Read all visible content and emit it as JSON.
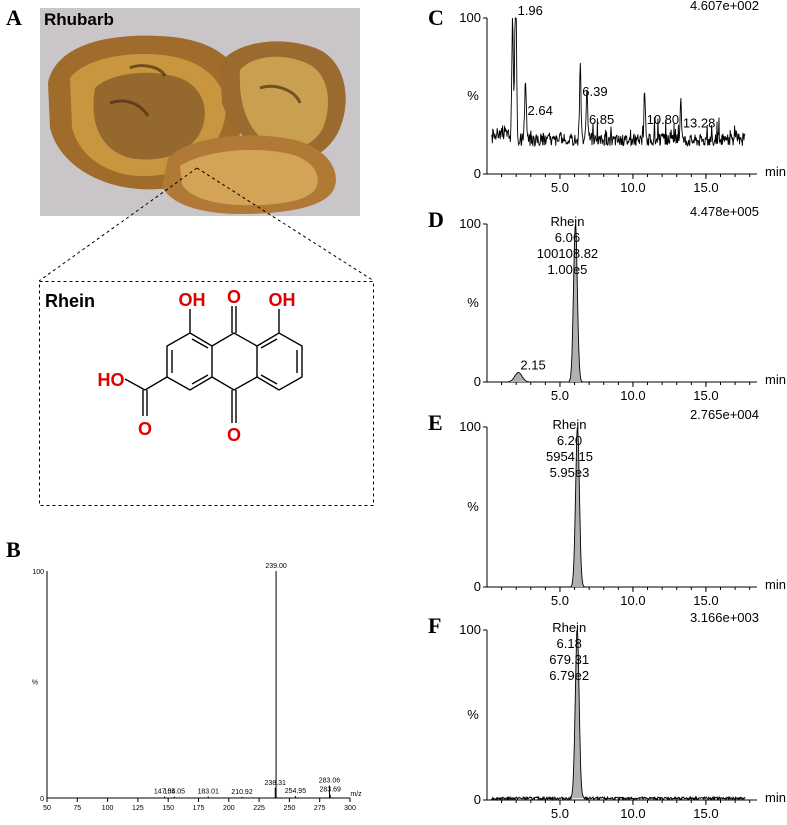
{
  "panels": {
    "A": "A",
    "B": "B",
    "C": "C",
    "D": "D",
    "E": "E",
    "F": "F"
  },
  "photo": {
    "label": "Rhubarb",
    "colors": {
      "background": "#c9c5c8",
      "root_light": "#c99a4a",
      "root_dark": "#5e3c1c",
      "root_mid": "#9a6a2e"
    }
  },
  "structure": {
    "name": "Rhein",
    "atoms": {
      "oh1": "OH",
      "o_top": "O",
      "oh2": "OH",
      "ho": "HO",
      "o_acid": "O",
      "o_bottom": "O"
    },
    "heteroatom_color": "#e00000"
  },
  "chart_data": [
    {
      "panel": "B",
      "type": "bar",
      "title": "",
      "xlabel": "m/z",
      "ylabel": "%",
      "xlim": [
        50,
        300
      ],
      "ylim": [
        0,
        100
      ],
      "x_ticks": [
        50,
        75,
        100,
        125,
        150,
        175,
        200,
        225,
        250,
        275,
        300
      ],
      "y_ticks": [
        0,
        100
      ],
      "peaks": [
        {
          "x": 147.04,
          "y": 0.6,
          "label": "147.04"
        },
        {
          "x": 155.05,
          "y": 0.6,
          "label": "155.05"
        },
        {
          "x": 183.01,
          "y": 0.7,
          "label": "183.01"
        },
        {
          "x": 210.92,
          "y": 0.5,
          "label": "210.92"
        },
        {
          "x": 238.31,
          "y": 4.5,
          "label": "238.31"
        },
        {
          "x": 239.0,
          "y": 100,
          "label": "239.00"
        },
        {
          "x": 254.95,
          "y": 0.9,
          "label": "254.95"
        },
        {
          "x": 283.06,
          "y": 5.5,
          "label": "283.06"
        },
        {
          "x": 283.69,
          "y": 1.5,
          "label": "283.69"
        }
      ]
    },
    {
      "panel": "C",
      "type": "line",
      "xlabel": "min",
      "ylabel": "%",
      "scale_label": "4.607e+002",
      "xlim": [
        0,
        18.5
      ],
      "ylim": [
        0,
        100
      ],
      "x_ticks": [
        5.0,
        10.0,
        15.0
      ],
      "x_tick_labels": [
        "5.0",
        "10.0",
        "15.0"
      ],
      "y_ticks": [
        0,
        100
      ],
      "baseline": 22,
      "peaks": [
        {
          "x": 1.75,
          "y": 80,
          "w": 0.05
        },
        {
          "x": 1.96,
          "y": 100,
          "w": 0.06
        },
        {
          "x": 2.64,
          "y": 36,
          "w": 0.06
        },
        {
          "x": 6.39,
          "y": 48,
          "w": 0.05
        },
        {
          "x": 6.85,
          "y": 30,
          "w": 0.05
        },
        {
          "x": 10.8,
          "y": 30,
          "w": 0.05
        },
        {
          "x": 13.28,
          "y": 28,
          "w": 0.05
        }
      ],
      "annotations": [
        {
          "x": 1.96,
          "y": 100,
          "text": "1.96"
        },
        {
          "x": 2.64,
          "y": 36,
          "text": "2.64"
        },
        {
          "x": 6.39,
          "y": 48,
          "text": "6.39"
        },
        {
          "x": 6.85,
          "y": 30,
          "text": "6.85"
        },
        {
          "x": 10.8,
          "y": 30,
          "text": "10.80"
        },
        {
          "x": 13.28,
          "y": 28,
          "text": "13.28"
        }
      ]
    },
    {
      "panel": "D",
      "type": "area",
      "xlabel": "min",
      "ylabel": "%",
      "scale_label": "4.478e+005",
      "xlim": [
        0,
        18.5
      ],
      "ylim": [
        0,
        100
      ],
      "x_ticks": [
        5.0,
        10.0,
        15.0
      ],
      "x_tick_labels": [
        "5.0",
        "10.0",
        "15.0"
      ],
      "y_ticks": [
        0,
        100
      ],
      "baseline": 0,
      "peaks": [
        {
          "x": 2.15,
          "y": 6,
          "w": 0.25
        },
        {
          "x": 6.06,
          "y": 100,
          "w": 0.13
        }
      ],
      "annotations": [
        {
          "x": 2.15,
          "y": 6,
          "text": "2.15"
        }
      ],
      "peak_label": {
        "x": 6.06,
        "lines": [
          "Rhein",
          "6.06",
          "100108.82",
          "1.00e5"
        ]
      }
    },
    {
      "panel": "E",
      "type": "area",
      "xlabel": "min",
      "ylabel": "%",
      "scale_label": "2.765e+004",
      "xlim": [
        0,
        18.5
      ],
      "ylim": [
        0,
        100
      ],
      "x_ticks": [
        5.0,
        10.0,
        15.0
      ],
      "x_tick_labels": [
        "5.0",
        "10.0",
        "15.0"
      ],
      "y_ticks": [
        0,
        100
      ],
      "baseline": 0,
      "peaks": [
        {
          "x": 6.2,
          "y": 100,
          "w": 0.13
        }
      ],
      "annotations": [],
      "peak_label": {
        "x": 6.2,
        "lines": [
          "Rhein",
          "6.20",
          "5954.15",
          "5.95e3"
        ]
      }
    },
    {
      "panel": "F",
      "type": "area",
      "xlabel": "min",
      "ylabel": "%",
      "scale_label": "3.166e+003",
      "xlim": [
        0,
        18.5
      ],
      "ylim": [
        0,
        100
      ],
      "x_ticks": [
        5.0,
        10.0,
        15.0
      ],
      "x_tick_labels": [
        "5.0",
        "10.0",
        "15.0"
      ],
      "y_ticks": [
        0,
        100
      ],
      "baseline": 1,
      "peaks": [
        {
          "x": 6.18,
          "y": 100,
          "w": 0.13
        }
      ],
      "annotations": [],
      "peak_label": {
        "x": 6.18,
        "lines": [
          "Rhein",
          "6.18",
          "679.31",
          "6.79e2"
        ]
      }
    }
  ]
}
